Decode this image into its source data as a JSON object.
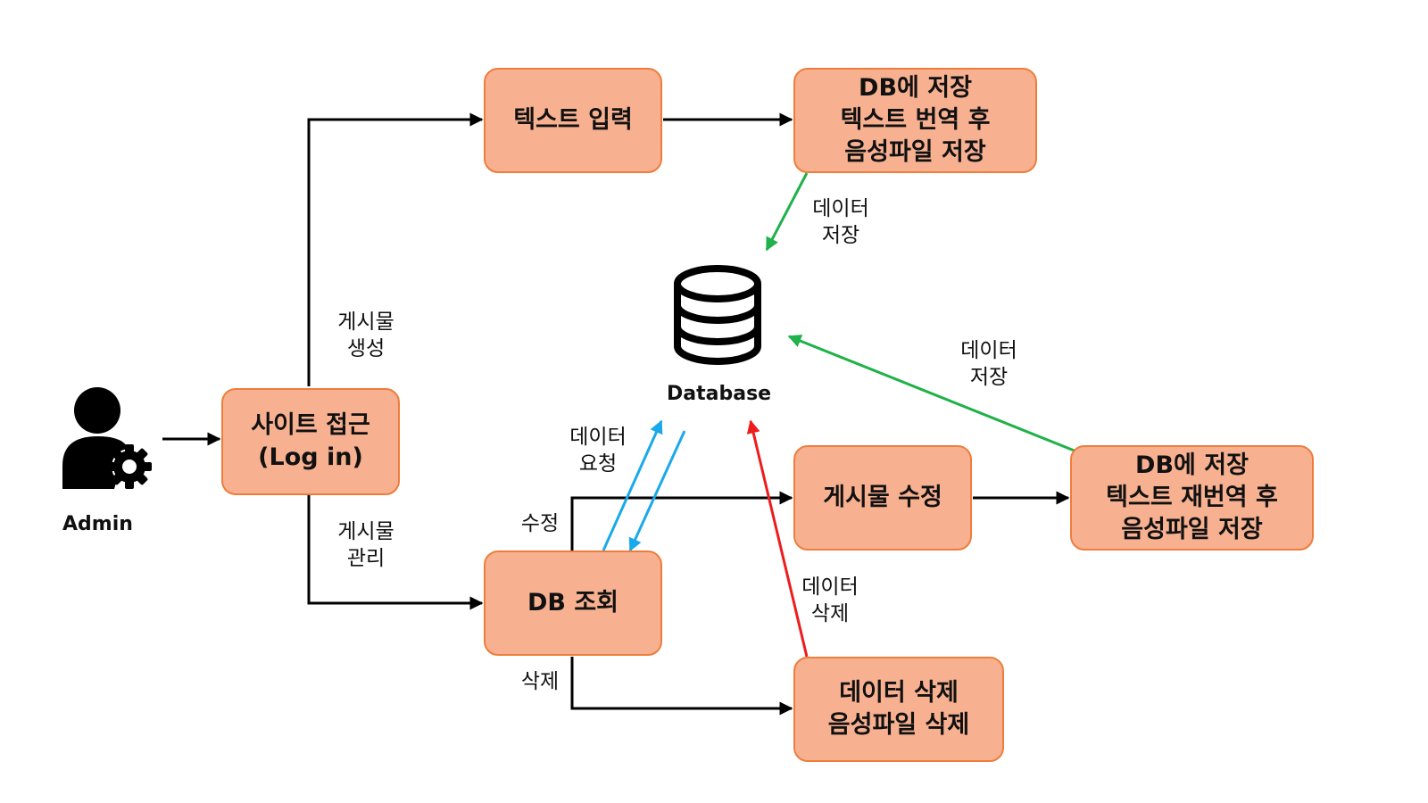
{
  "nodes": {
    "admin": "Admin",
    "site_access": "사이트 접근\n(Log in)",
    "text_input": "텍스트 입력",
    "db_save_translate": "DB에 저장\n텍스트 번역 후\n음성파일 저장",
    "database": "Database",
    "db_query": "DB 조회",
    "post_edit": "게시물 수정",
    "db_save_retranslate": "DB에 저장\n텍스트 재번역 후\n음성파일 저장",
    "data_delete": "데이터 삭제\n음성파일 삭제"
  },
  "edge_labels": {
    "post_create": "게시물\n생성",
    "post_manage": "게시물\n관리",
    "data_save_1": "데이터\n저장",
    "data_save_2": "데이터\n저장",
    "data_request": "데이터\n요청",
    "data_delete": "데이터\n삭제",
    "edit": "수정",
    "delete": "삭제"
  },
  "colors": {
    "box_fill": "#f7b191",
    "box_border": "#ee7d3b",
    "save_arrow": "#1fb14a",
    "request_arrow": "#1aa9ea",
    "delete_arrow": "#ee1c1c",
    "flow_arrow": "#000000"
  },
  "icons": {
    "admin": "user-gear-icon",
    "database": "database-icon"
  }
}
